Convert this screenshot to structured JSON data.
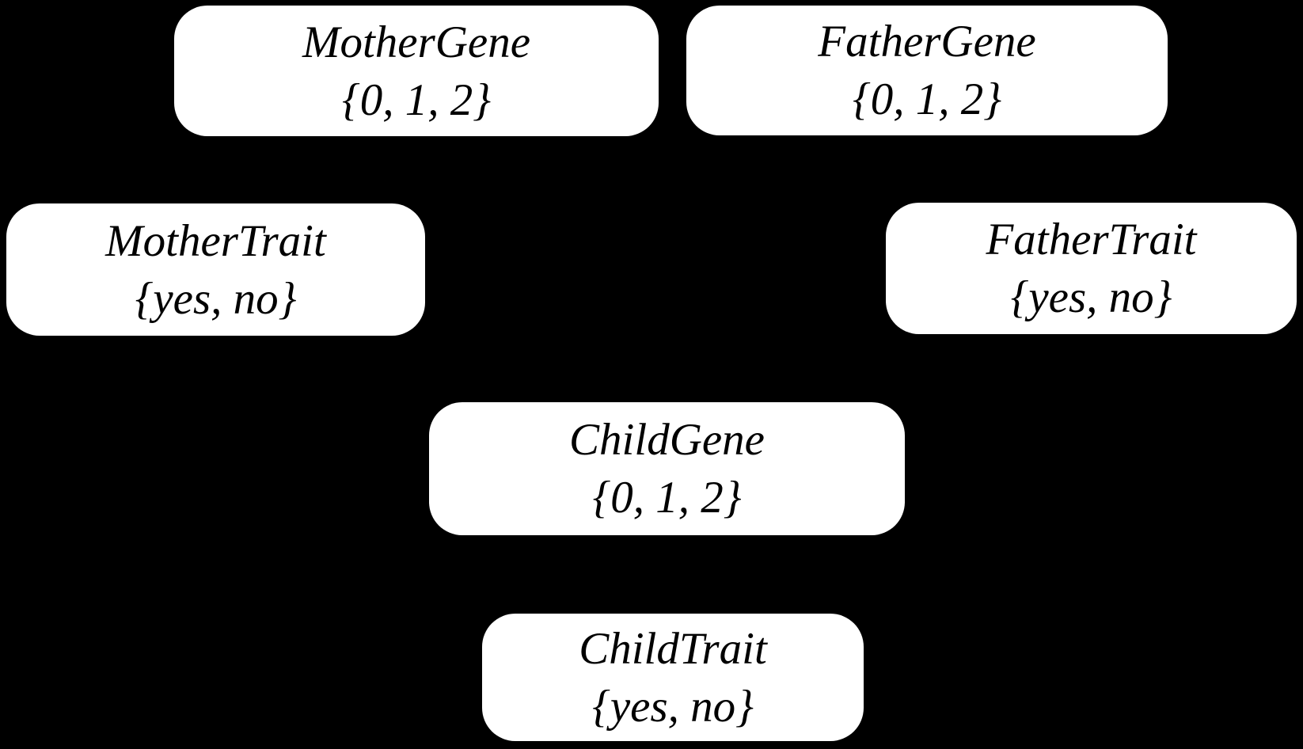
{
  "diagram": {
    "kind": "bayesian-network",
    "background_color": "#000000",
    "node_fill_color": "#ffffff",
    "node_text_color": "#000000",
    "nodes": [
      {
        "id": "mother-gene",
        "label": "MotherGene",
        "values": "{0, 1, 2}"
      },
      {
        "id": "father-gene",
        "label": "FatherGene",
        "values": "{0, 1, 2}"
      },
      {
        "id": "mother-trait",
        "label": "MotherTrait",
        "values": "{yes, no}"
      },
      {
        "id": "father-trait",
        "label": "FatherTrait",
        "values": "{yes, no}"
      },
      {
        "id": "child-gene",
        "label": "ChildGene",
        "values": "{0, 1, 2}"
      },
      {
        "id": "child-trait",
        "label": "ChildTrait",
        "values": "{yes, no}"
      }
    ]
  }
}
